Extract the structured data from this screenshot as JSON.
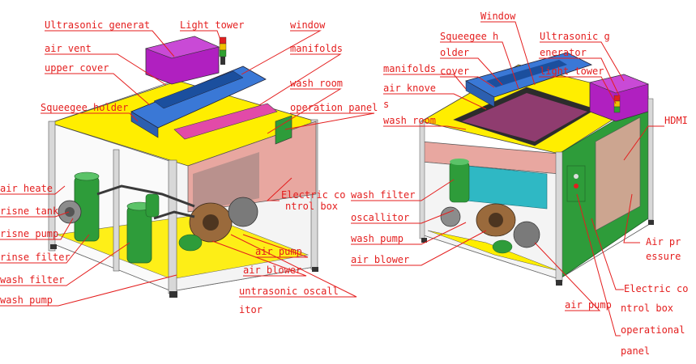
{
  "colors": {
    "label": "#e41e1e",
    "leader": "#e41e1e",
    "frame": "#cfcfcf",
    "cover": "#ffee00",
    "window": "#3a78d6",
    "generator": "#b020c0",
    "panel": "#2e9c3a",
    "salmon": "#e8a7a0"
  },
  "left_labels": {
    "ultrasonic_generat": "Ultrasonic generat",
    "light_tower": "Light tower",
    "window": "window",
    "air_vent": "air vent",
    "manifolds": "manifolds",
    "upper_cover": "upper cover",
    "wash_room": "wash room",
    "squeegee_holder": "Squeegee holder",
    "operation_panel": "operation panel",
    "air_heate": "air heate",
    "electric_co": "Electric co",
    "ntrol_box": "ntrol box",
    "risne_tank": "risne tank",
    "risne_pump": "risne pump",
    "air_pump": "air pump",
    "rinse_filter": "rinse filter",
    "air_blower": "air blower",
    "wash_filter": "wash filter",
    "untrasonic_oscall": "untrasonic oscall",
    "wash_pump": "wash pump",
    "itor": "itor"
  },
  "right_labels": {
    "window": "Window",
    "squeegee_h": "Squeegee h",
    "ultrasonic_g": "Ultrasonic g",
    "older": "older",
    "enerator": "enerator",
    "manifolds": "manifolds",
    "cover": "cover",
    "light_tower": "light tower",
    "air_knove": "air knove",
    "s": "s",
    "hdmi": "HDMI",
    "wash_room": "wash room",
    "wash_filter": "wash filter",
    "oscallitor": "oscallitor",
    "wash_pump": "wash pump",
    "air_pr": "Air pr",
    "essure": "essure",
    "air_blower": "air blower",
    "electric_co": "Electric co",
    "ntrol_box": "ntrol box",
    "air_pump": "air pump",
    "operational": "operational",
    "panel": "panel"
  }
}
